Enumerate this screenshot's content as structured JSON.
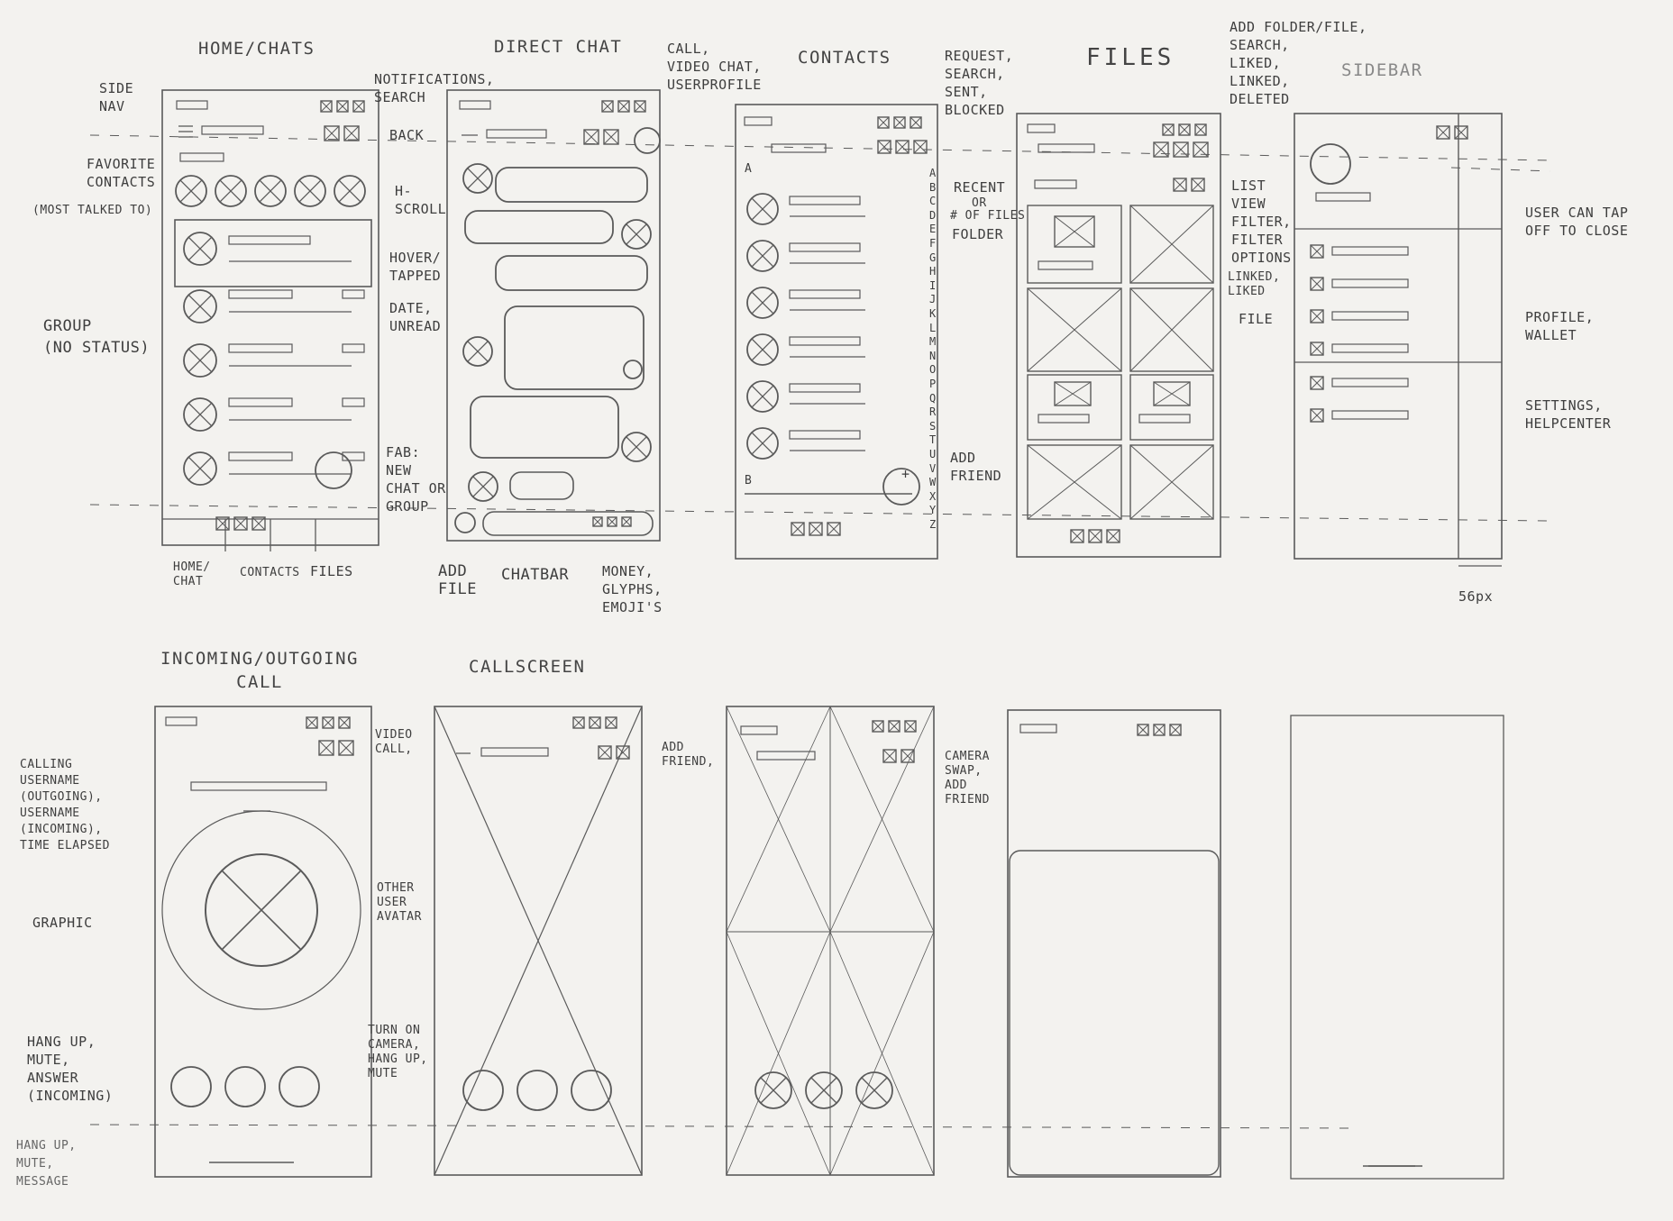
{
  "titles": {
    "home_chats": "HOME/CHATS",
    "direct_chat": "DIRECT CHAT",
    "contacts": "CONTACTS",
    "files": "FILES",
    "sidebar": "SIDEBAR",
    "incoming_outgoing_call": "INCOMING/OUTGOING\nCALL",
    "callscreen": "CALLSCREEN"
  },
  "annotations": {
    "side_nav": "SIDE\nNAV",
    "notifications_search": "NOTIFICATIONS,\nSEARCH",
    "back": "BACK",
    "favorite_contacts": "FAVORITE\nCONTACTS",
    "most_talked_to": "(MOST TALKED TO)",
    "h_scroll": "H-\nSCROLL",
    "hover_tapped": "HOVER/\nTAPPED",
    "date_unread": "DATE,\nUNREAD",
    "group_no_status": "GROUP\n(NO STATUS)",
    "fab": "FAB:\nNEW\nCHAT OR\nGROUP",
    "home_chat_tab": "HOME/\nCHAT",
    "contacts_tab": "CONTACTS",
    "files_tab": "FILES",
    "call_video_profile": "CALL,\nVIDEO CHAT,\nUSERPROFILE",
    "add_file": "ADD\nFILE",
    "chatbar": "CHATBAR",
    "money_glyphs": "MONEY,\nGLYPHS,\nEMOJI'S",
    "request_search": "REQUEST,\nSEARCH,\nSENT,\nBLOCKED",
    "add_friend": "ADD\nFRIEND",
    "recent_label": "RECENT",
    "or_label": "OR",
    "num_files": "# OF FILES",
    "folder": "FOLDER",
    "add_folder_file": "ADD FOLDER/FILE,\nSEARCH,\nLIKED,\nLINKED,\nDELETED",
    "list_view": "LIST\nVIEW\nFILTER,\nFILTER\nOPTIONS",
    "linked_liked": "LINKED,\nLIKED",
    "file": "FILE",
    "user_tap_off": "USER CAN TAP\nOFF TO CLOSE",
    "profile_wallet": "PROFILE,\nWALLET",
    "settings_help": "SETTINGS,\nHELPCENTER",
    "width_56px": "56px",
    "calling_username": "CALLING\nUSERNAME\n(OUTGOING),\nUSERNAME\n(INCOMING),\nTIME ELAPSED",
    "graphic": "GRAPHIC",
    "video_call": "VIDEO\nCALL,",
    "other_user_avatar": "OTHER\nUSER\nAVATAR",
    "hangup_mute_answer": "HANG UP,\nMUTE,\nANSWER\n(INCOMING)",
    "hangup_mute_message": "HANG UP,\nMUTE,\nMESSAGE",
    "add_friend_call": "ADD\nFRIEND,",
    "turn_on_camera": "TURN ON\nCAMERA,\nHANG UP,\nMUTE",
    "camera_swap": "CAMERA\nSWAP,\nADD\nFRIEND"
  },
  "alphabet": [
    "A",
    "B",
    "C",
    "D",
    "E",
    "F",
    "G",
    "H",
    "I",
    "J",
    "K",
    "L",
    "M",
    "N",
    "O",
    "P",
    "Q",
    "R",
    "S",
    "T",
    "U",
    "V",
    "W",
    "X",
    "Y",
    "Z"
  ],
  "contacts_letter_a": "A",
  "contacts_letter_b": "B",
  "fab_add_friend_glyph": "+",
  "colors": {
    "paper": "#f3f2ef",
    "pencil": "#555555"
  }
}
